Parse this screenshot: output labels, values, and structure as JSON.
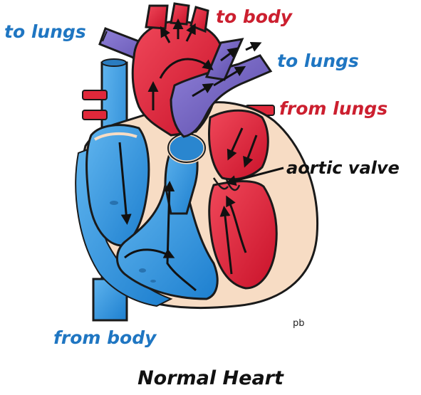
{
  "labels": {
    "to_lungs_left": "to lungs",
    "to_body": "to body",
    "to_lungs_right": "to lungs",
    "from_lungs": "from lungs",
    "aortic_valve": "aortic valve",
    "from_body": "from body"
  },
  "caption": "Normal Heart",
  "signature": "pb",
  "colors": {
    "deoxygenated": "#1f8ad8",
    "oxygenated": "#e22a3a",
    "pulmonary_artery": "#7a66c8",
    "myocardium": "#f7dcc4",
    "outline": "#1a1a1a",
    "label_blue": "#1f76c2",
    "label_red": "#cc1f2f"
  }
}
